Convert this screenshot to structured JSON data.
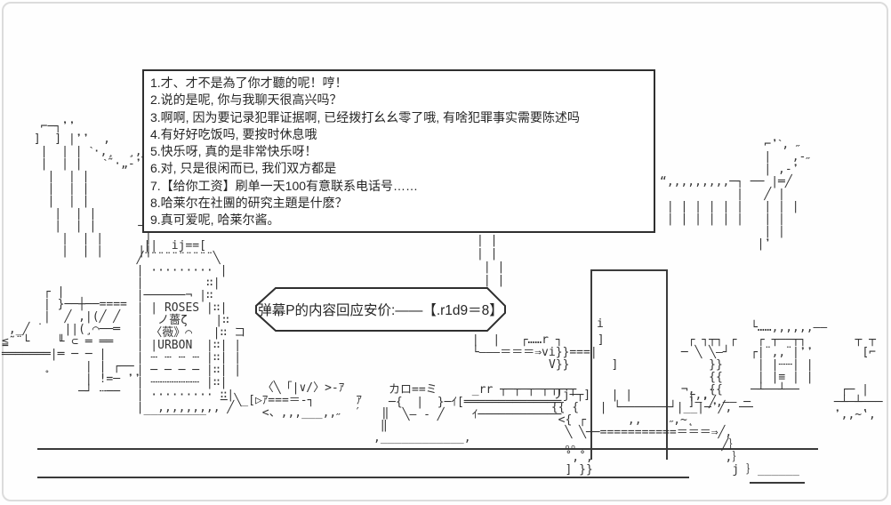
{
  "options_box": {
    "items": [
      "1.才、才不是為了你才聽的呢！哼！",
      "2.说的是呢, 你与我聊天很高兴吗？",
      "3.啊啊, 因为要记录犯罪证据啊, 已经拨打幺幺零了哦, 有啥犯罪事实需要陈述吗",
      "4.有好好吃饭吗, 要按时休息哦",
      "5.快乐呀, 真的是非常快乐呀！",
      "6.对, 只是很闲而已, 我们双方都是",
      "7.【给你工资】刷单一天100有意联系电话号……",
      "8.哈莱尔在社團的研究主題是什麽？",
      "9.真可爱呢, 哈莱尔酱。"
    ]
  },
  "speech_bubble": {
    "text": "弹幕P的内容回应安价:——【.r1d9＝8】"
  },
  "ascii_art": {
    "pole_left": [
      "  ⌐─┐❜❜",
      " ]  ] |❜❜  ‚",
      "  |  | | ˋ·‚¸  ¸‚",
      "  |  | |   ˋ˜·„-❜╲",
      "   |  | |        ╲|",
      "   |  | |        | |",
      "   |  | |        | |",
      "    |  | |       ||",
      "    |  | |      ─ ||",
      "     |  | |      |",
      "     |  | |     ||"
    ],
    "bottle": [
      "   ||  ij==[",
      "  ╱¨¨¨¨¨¨¨¨¨¨╲",
      "  | ········· |",
      "  |         ∷|",
      "  |──────¬ |∷",
      "  | | ROSES |∷|",
      "  |  ノ薔ζ    |∷",
      "  | 〈薇》⌒   |∷ コ",
      "  | |URBON  |∷| |",
      "  | ┄ ┄ ┄ ┄ |∷| |",
      "  | ─ ─ ─ ─ |∷| |",
      "  | ┄┄┄┄┄┄┄ |∷|",
      "  | ········· ∷|",
      "  |  ‚‚‚‚‚‚‚‚‚ ╱",
      "   ‾‾‾‾‾‾‾‾‾"
    ],
    "left_rails": [
      "      ┌ |",
      "      | }──┼──====",
      "      |  ╱ ‚|(╱ ╱",
      " ‚_╱ ˙   ||(¸⌒──═",
      "≦˜¨└    ╙ ⊂ ═ ══",
      "═══════|═ ─ ─ |",
      "      ˳     | | ┌──",
      "            | !=─ ❜❜",
      "           ─┘ ┄──"
    ],
    "bubble_tail": [
      "| |",
      "| |",
      " | |",
      " | |"
    ],
    "right_wires": [
      "               ⌐❜ˋ‚ ˶",
      "               |   ‚-˶",
      "               | ‚-❜",
      "“‚‚‚‚‚‚‚‚‚─┐ ── |═╱",
      "           |   ╱ |",
      " | | | | | |   | | |",
      " | | | | | |   | |",
      "               | |",
      "              |❜"
    ],
    "sign_mark": "i",
    "mid_scene": [
      "            |  |   ┌……r ┐     ]",
      "            └———＝＝＝⇒vi}}===|",
      "                       V}}      ]",
      "",
      "カロ==ミ     _rr ┬─┬─┬─┬─┬─┬",
      "─{  |  }─ｲ[══════════════",
      "  ╲– ‐ ╱    ｲ────────────"
    ],
    "bottom_left_scene": [
      "       〈╲「|∨/〉>-ｱ",
      " ─ ╲_[▷ｱ===＝‐┐      ｱ",
      "       <、‚‚‚___‚‚˶  ′   ‖",
      "                        ‖",
      "                       ‚____________‚"
    ],
    "right_structures": [
      "           └……‚‚‚‚‚‚——",
      "  ┌ ┐┬┐ ┌   ┌ ┬──┬┐       ┬ ┬",
      " ─ ╲ ╲—┘   ┌|¨‚‚¨|❜❜       [⌐",
      "     }}     | |┄┄| |",
      "     {{     | |≡ | |",
      " ¬‚  {{    ─┴──┴──",
      "  ]—❜╱‚—— ─"
    ],
    "legs_and_arrow": [
      " リj─┬]   | |        ┌‚‚¨",
      " {{ {   | └───────┘|__|─❜╱‚ ──",
      "  <{ ┌      ‚‚    ˶‚~˛",
      "   ╲ ╲──===========＝＝＝⇒╱‚",
      "   。。                    ╱｝",
      "   ˚‚˚‚                   ‚｝",
      "   ] }}                    j ｝______"
    ],
    "far_right": [
      "  ┌─ |",
      " ─┴─┴───",
      " ❜‚‚~‛‚  ‚"
    ]
  },
  "colors": {
    "ink": "#2f2f2f",
    "frame": "#dcdcdc",
    "background": "#fefefe"
  }
}
